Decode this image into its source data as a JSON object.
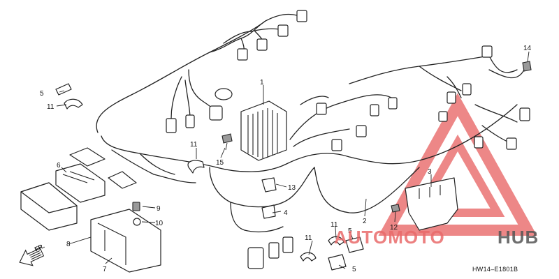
{
  "callouts": [
    {
      "id": "c1",
      "label": "1"
    },
    {
      "id": "c2",
      "label": "2"
    },
    {
      "id": "c3",
      "label": "3"
    },
    {
      "id": "c4",
      "label": "4"
    },
    {
      "id": "c5a",
      "label": "5"
    },
    {
      "id": "c5b",
      "label": "5"
    },
    {
      "id": "c5c",
      "label": "5"
    },
    {
      "id": "c6",
      "label": "6"
    },
    {
      "id": "c7",
      "label": "7"
    },
    {
      "id": "c8",
      "label": "8"
    },
    {
      "id": "c9",
      "label": "9"
    },
    {
      "id": "c10",
      "label": "10"
    },
    {
      "id": "c11a",
      "label": "11"
    },
    {
      "id": "c11b",
      "label": "11"
    },
    {
      "id": "c11c",
      "label": "11"
    },
    {
      "id": "c11d",
      "label": "11"
    },
    {
      "id": "c12",
      "label": "12"
    },
    {
      "id": "c13",
      "label": "13"
    },
    {
      "id": "c14",
      "label": "14"
    },
    {
      "id": "c15",
      "label": "15"
    }
  ],
  "front_marker": "FR.",
  "diagram_code": "HW14–E1801B",
  "watermark": {
    "brand_part1": "AUTOMOTO",
    "brand_part2": "HUB",
    "color_red": "#e03a3a",
    "color_gray": "#4a4a4a"
  }
}
